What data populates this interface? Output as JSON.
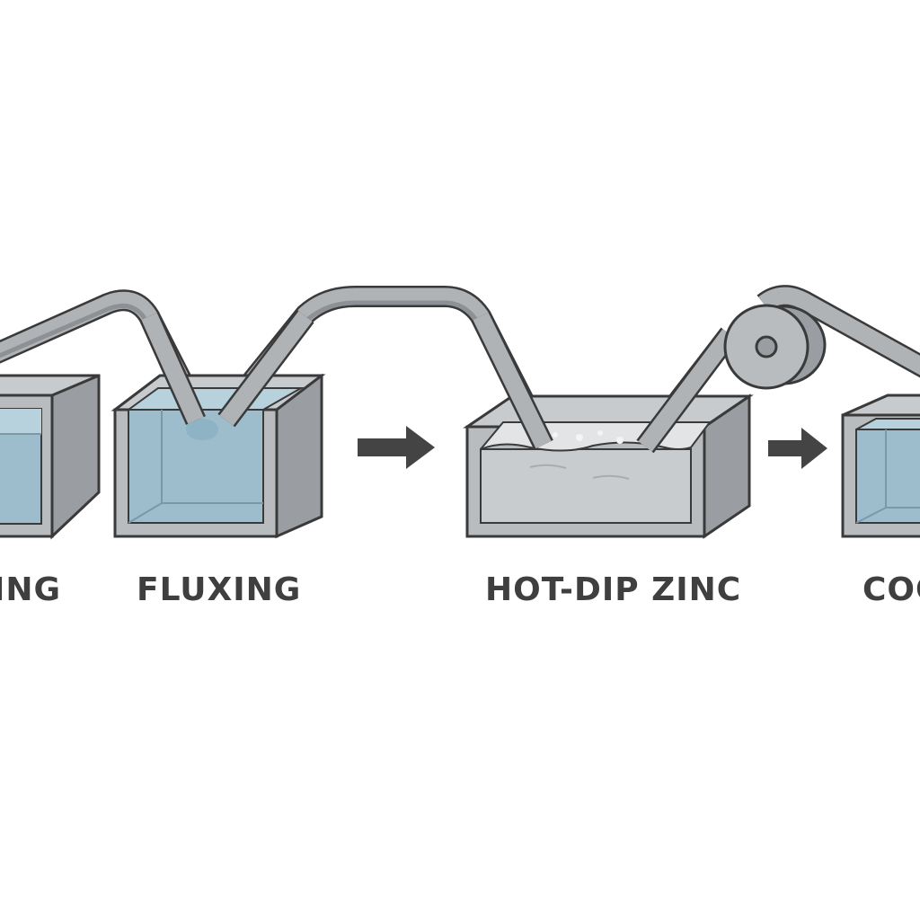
{
  "diagram": {
    "stages": [
      {
        "id": "stage-1",
        "label": "ING"
      },
      {
        "id": "stage-2",
        "label": "FLUXING"
      },
      {
        "id": "stage-3",
        "label": "HOT-DIP ZINC"
      },
      {
        "id": "stage-4",
        "label": "COO"
      }
    ],
    "colors": {
      "tank_face": "#b9bcbf",
      "tank_side": "#9a9da1",
      "tank_outline": "#3a3a3a",
      "water": "#9dbccc",
      "water_top": "#b7d1dd",
      "zinc": "#c9ccce",
      "zinc_top": "#e2e4e5",
      "strip": "#b0b3b6",
      "strip_dark": "#8d9094",
      "arrow": "#444444"
    },
    "icons": [
      "right-arrow-icon",
      "right-arrow-icon",
      "roller-icon"
    ]
  }
}
